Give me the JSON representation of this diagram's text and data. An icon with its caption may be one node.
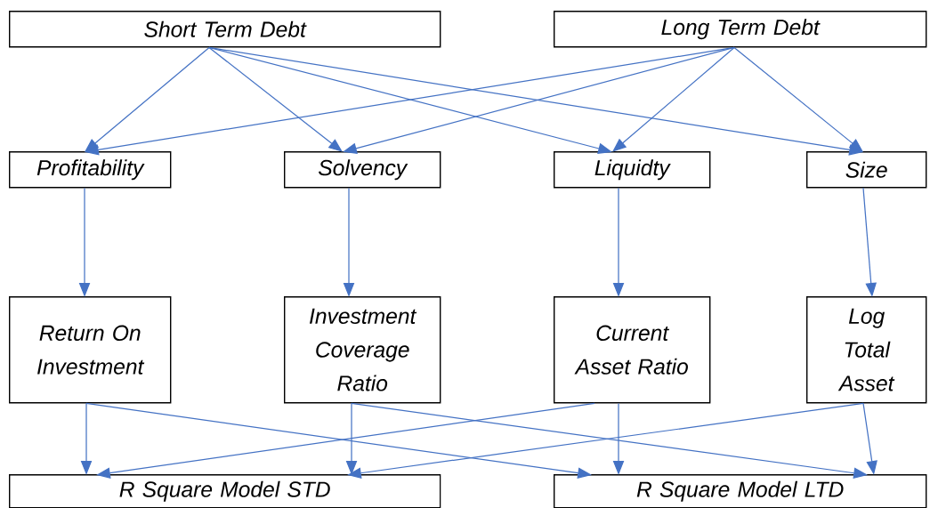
{
  "diagram": {
    "nodes": [
      {
        "text": [
          "Short Term Debt"
        ]
      },
      {
        "text": [
          "Long Term Debt"
        ]
      },
      {
        "text": [
          "Profitability"
        ]
      },
      {
        "text": [
          "Solvency"
        ]
      },
      {
        "text": [
          "Liquidty"
        ]
      },
      {
        "text": [
          "Size"
        ]
      },
      {
        "text": [
          "Return On Investment"
        ]
      },
      {
        "text": [
          "Investment Coverage Ratio"
        ]
      },
      {
        "text": [
          "Current Asset Ratio"
        ]
      },
      {
        "text": [
          "Log Total Asset"
        ]
      },
      {
        "text": [
          "R Square Model STD"
        ]
      },
      {
        "text": [
          "R Square Model LTD"
        ]
      }
    ],
    "edges": [
      {
        "from": 0,
        "to": 2,
        "arrow": "to"
      },
      {
        "from": 0,
        "to": 3,
        "arrow": "to"
      },
      {
        "from": 0,
        "to": 4,
        "arrow": "to"
      },
      {
        "from": 0,
        "to": 5,
        "arrow": "to"
      },
      {
        "from": 1,
        "to": 2,
        "arrow": "to"
      },
      {
        "from": 1,
        "to": 3,
        "arrow": "to"
      },
      {
        "from": 1,
        "to": 4,
        "arrow": "to"
      },
      {
        "from": 1,
        "to": 5,
        "arrow": "to"
      },
      {
        "from": 2,
        "to": 6,
        "arrow": "to"
      },
      {
        "from": 3,
        "to": 7,
        "arrow": "to"
      },
      {
        "from": 4,
        "to": 8,
        "arrow": "to"
      },
      {
        "from": 5,
        "to": 9,
        "arrow": "to"
      },
      {
        "from": 6,
        "to": 10,
        "arrow": "to"
      },
      {
        "from": 6,
        "to": 11,
        "arrow": "to"
      },
      {
        "from": 7,
        "to": 10,
        "arrow": "to"
      },
      {
        "from": 7,
        "to": 11,
        "arrow": "to"
      },
      {
        "from": 8,
        "to": 10,
        "arrow": "to"
      },
      {
        "from": 8,
        "to": 11,
        "arrow": "to"
      },
      {
        "from": 9,
        "to": 10,
        "arrow": "to"
      },
      {
        "from": 9,
        "to": 11,
        "arrow": "to"
      }
    ]
  }
}
